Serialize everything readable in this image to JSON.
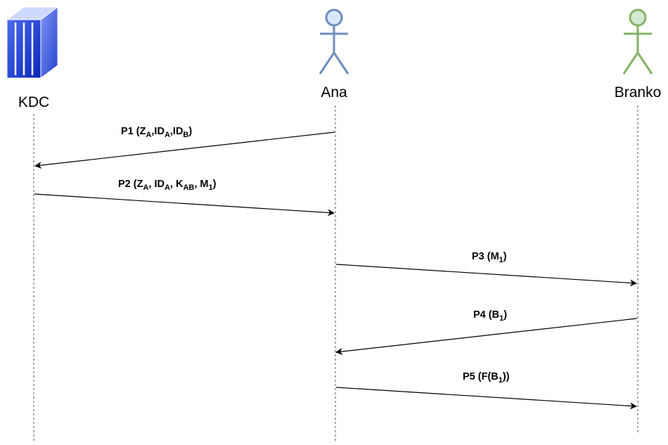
{
  "participants": [
    {
      "id": "kdc",
      "label": "KDC",
      "kind": "server",
      "color": "#1a3fd6"
    },
    {
      "id": "ana",
      "label": "Ana",
      "kind": "actor",
      "color": "#6c8ebf"
    },
    {
      "id": "branko",
      "label": "Branko",
      "kind": "actor",
      "color": "#82b366"
    }
  ],
  "messages": [
    {
      "id": "p1",
      "from": "ana",
      "to": "kdc",
      "label": [
        [
          "P1 (Z",
          ""
        ],
        [
          "A",
          "sub"
        ],
        [
          ",ID",
          ""
        ],
        [
          "A",
          "sub"
        ],
        [
          ",ID",
          ""
        ],
        [
          "B",
          "sub"
        ],
        [
          ")",
          ""
        ]
      ]
    },
    {
      "id": "p2",
      "from": "kdc",
      "to": "ana",
      "label": [
        [
          "P2 (Z",
          ""
        ],
        [
          "A",
          "sub"
        ],
        [
          ", ID",
          ""
        ],
        [
          "A",
          "sub"
        ],
        [
          ", K",
          ""
        ],
        [
          "AB",
          "sub"
        ],
        [
          ", M",
          ""
        ],
        [
          "1",
          "sub"
        ],
        [
          ")",
          ""
        ]
      ]
    },
    {
      "id": "p3",
      "from": "ana",
      "to": "branko",
      "label": [
        [
          "P3 (M",
          ""
        ],
        [
          "1",
          "sub"
        ],
        [
          ")",
          ""
        ]
      ]
    },
    {
      "id": "p4",
      "from": "branko",
      "to": "ana",
      "label": [
        [
          "P4 (B",
          ""
        ],
        [
          "1",
          "sub"
        ],
        [
          ")",
          ""
        ]
      ]
    },
    {
      "id": "p5",
      "from": "ana",
      "to": "branko",
      "label": [
        [
          "P5 (F(B",
          ""
        ],
        [
          "1",
          "sub"
        ],
        [
          "))",
          ""
        ]
      ]
    }
  ]
}
